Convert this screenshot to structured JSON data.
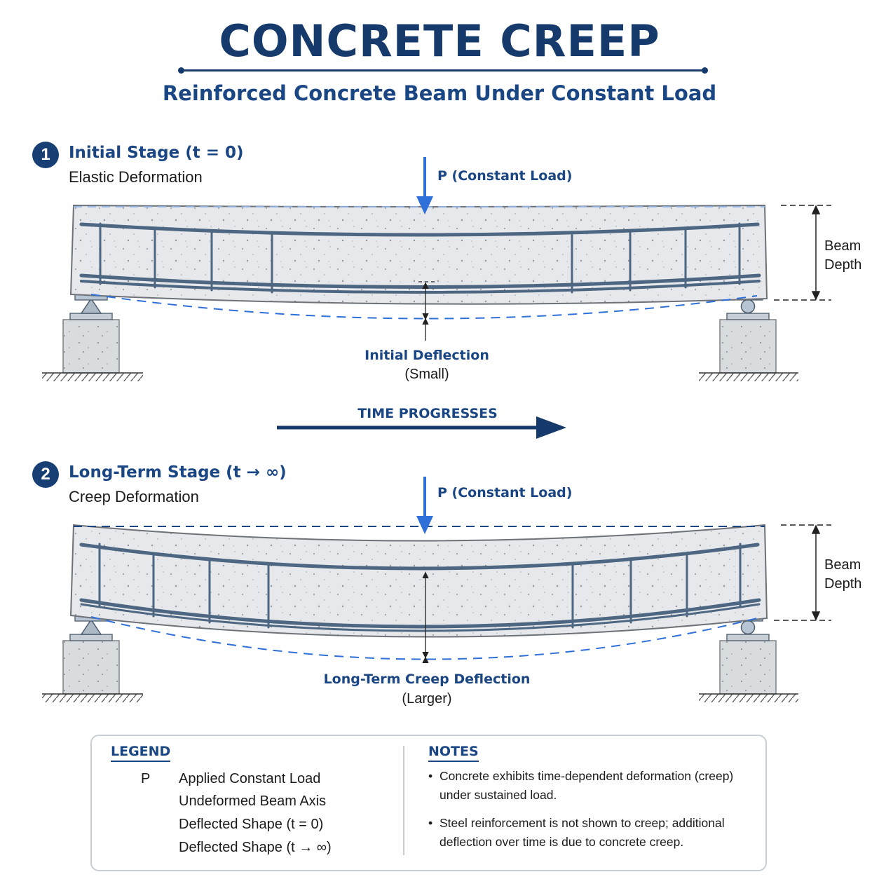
{
  "header": {
    "title": "CONCRETE CREEP",
    "subtitle": "Reinforced Concrete Beam Under Constant Load"
  },
  "stage1": {
    "number": "1",
    "title": "Initial Stage (t = 0)",
    "subtitle": "Elastic Deformation",
    "load_label": "P (Constant Load)",
    "depth_label_line1": "Beam",
    "depth_label_line2": "Depth",
    "deflection_label": "Initial Deflection",
    "deflection_note": "(Small)"
  },
  "time_arrow": {
    "label": "TIME PROGRESSES"
  },
  "stage2": {
    "number": "2",
    "title": "Long-Term Stage (t → ∞)",
    "subtitle": "Creep Deformation",
    "load_label": "P (Constant Load)",
    "depth_label_line1": "Beam",
    "depth_label_line2": "Depth",
    "deflection_label": "Long-Term Creep Deflection",
    "deflection_note": "(Larger)"
  },
  "legend": {
    "heading": "LEGEND",
    "load_symbol": "P",
    "items": [
      {
        "icon": "load-arrow",
        "label": "Applied Constant Load"
      },
      {
        "icon": "dashed-line",
        "label": "Undeformed Beam Axis"
      },
      {
        "icon": "dashed-line",
        "label": "Deflected Shape (t = 0)"
      },
      {
        "icon": "dashed-line",
        "label": "Deflected Shape (t → ∞)"
      }
    ]
  },
  "notes": {
    "heading": "NOTES",
    "items": [
      "Concrete exhibits time-dependent deformation (creep) under sustained load.",
      "Steel reinforcement is not shown to creep; additional deflection over time is due to concrete creep."
    ]
  },
  "colors": {
    "navy": "#163a6b",
    "accent_blue": "#2f6fd8",
    "concrete": "#e6e8eb",
    "rebar": "#4d6681"
  }
}
